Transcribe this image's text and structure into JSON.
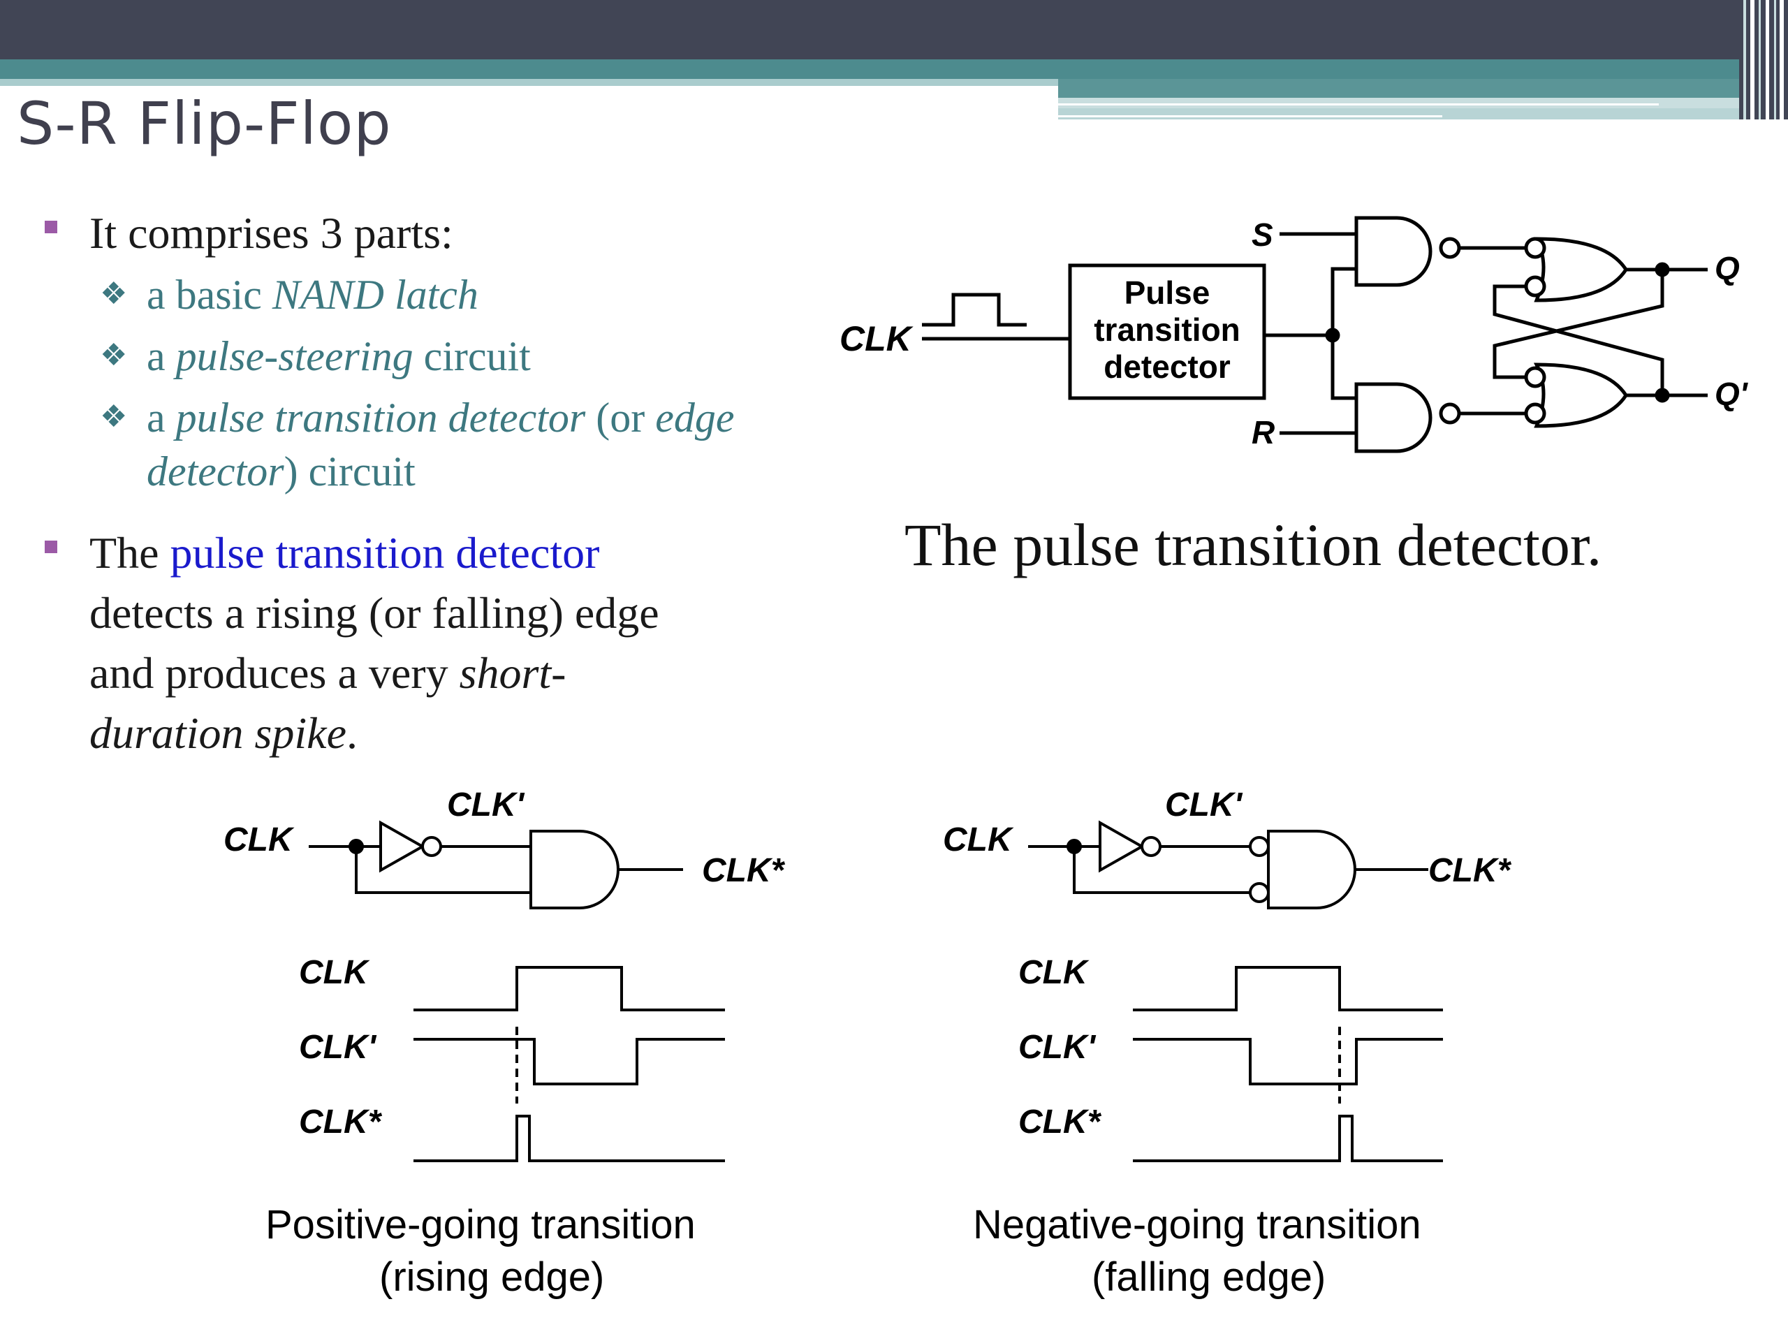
{
  "slide": {
    "title": "S-R Flip-Flop"
  },
  "bullets": {
    "b1": "It comprises 3 parts:",
    "s1a": "a basic ",
    "s1b": "NAND latch",
    "s2a": "a ",
    "s2b": "pulse-steering",
    "s2c": " circuit",
    "s3a": "a ",
    "s3b": "pulse transition detector",
    "s3c": " (or ",
    "s3d": "edge",
    "s3e": "detector",
    "s3f": ") circuit",
    "b2a": "The ",
    "b2b": "pulse transition detector",
    "b2c": "detects a rising (or falling) edge",
    "b2d": "and produces a very ",
    "b2e": "short-",
    "b2f": "duration spike",
    "b2g": "."
  },
  "top_diagram": {
    "clk": "CLK",
    "s": "S",
    "r": "R",
    "q": "Q",
    "qp": "Q'",
    "box1": "Pulse",
    "box2": "transition",
    "box3": "detector",
    "caption": "The pulse transition detector."
  },
  "left_diagram": {
    "clk": "CLK",
    "clkp": "CLK'",
    "clkstar": "CLK*",
    "w_clk": "CLK",
    "w_clkp": "CLK'",
    "w_clkstar": "CLK*",
    "caption1": "Positive-going transition",
    "caption2": "(rising edge)"
  },
  "right_diagram": {
    "clk": "CLK",
    "clkp": "CLK'",
    "clkstar": "CLK*",
    "w_clk": "CLK",
    "w_clkp": "CLK'",
    "w_clkstar": "CLK*",
    "caption1": "Negative-going transition",
    "caption2": "(falling edge)"
  },
  "colors": {
    "header": "#414555",
    "accent_teal": "#4d8b8e",
    "bullet_purple": "#9b5aa6",
    "subtext_teal": "#3d7880",
    "link_blue": "#1a1acc"
  }
}
